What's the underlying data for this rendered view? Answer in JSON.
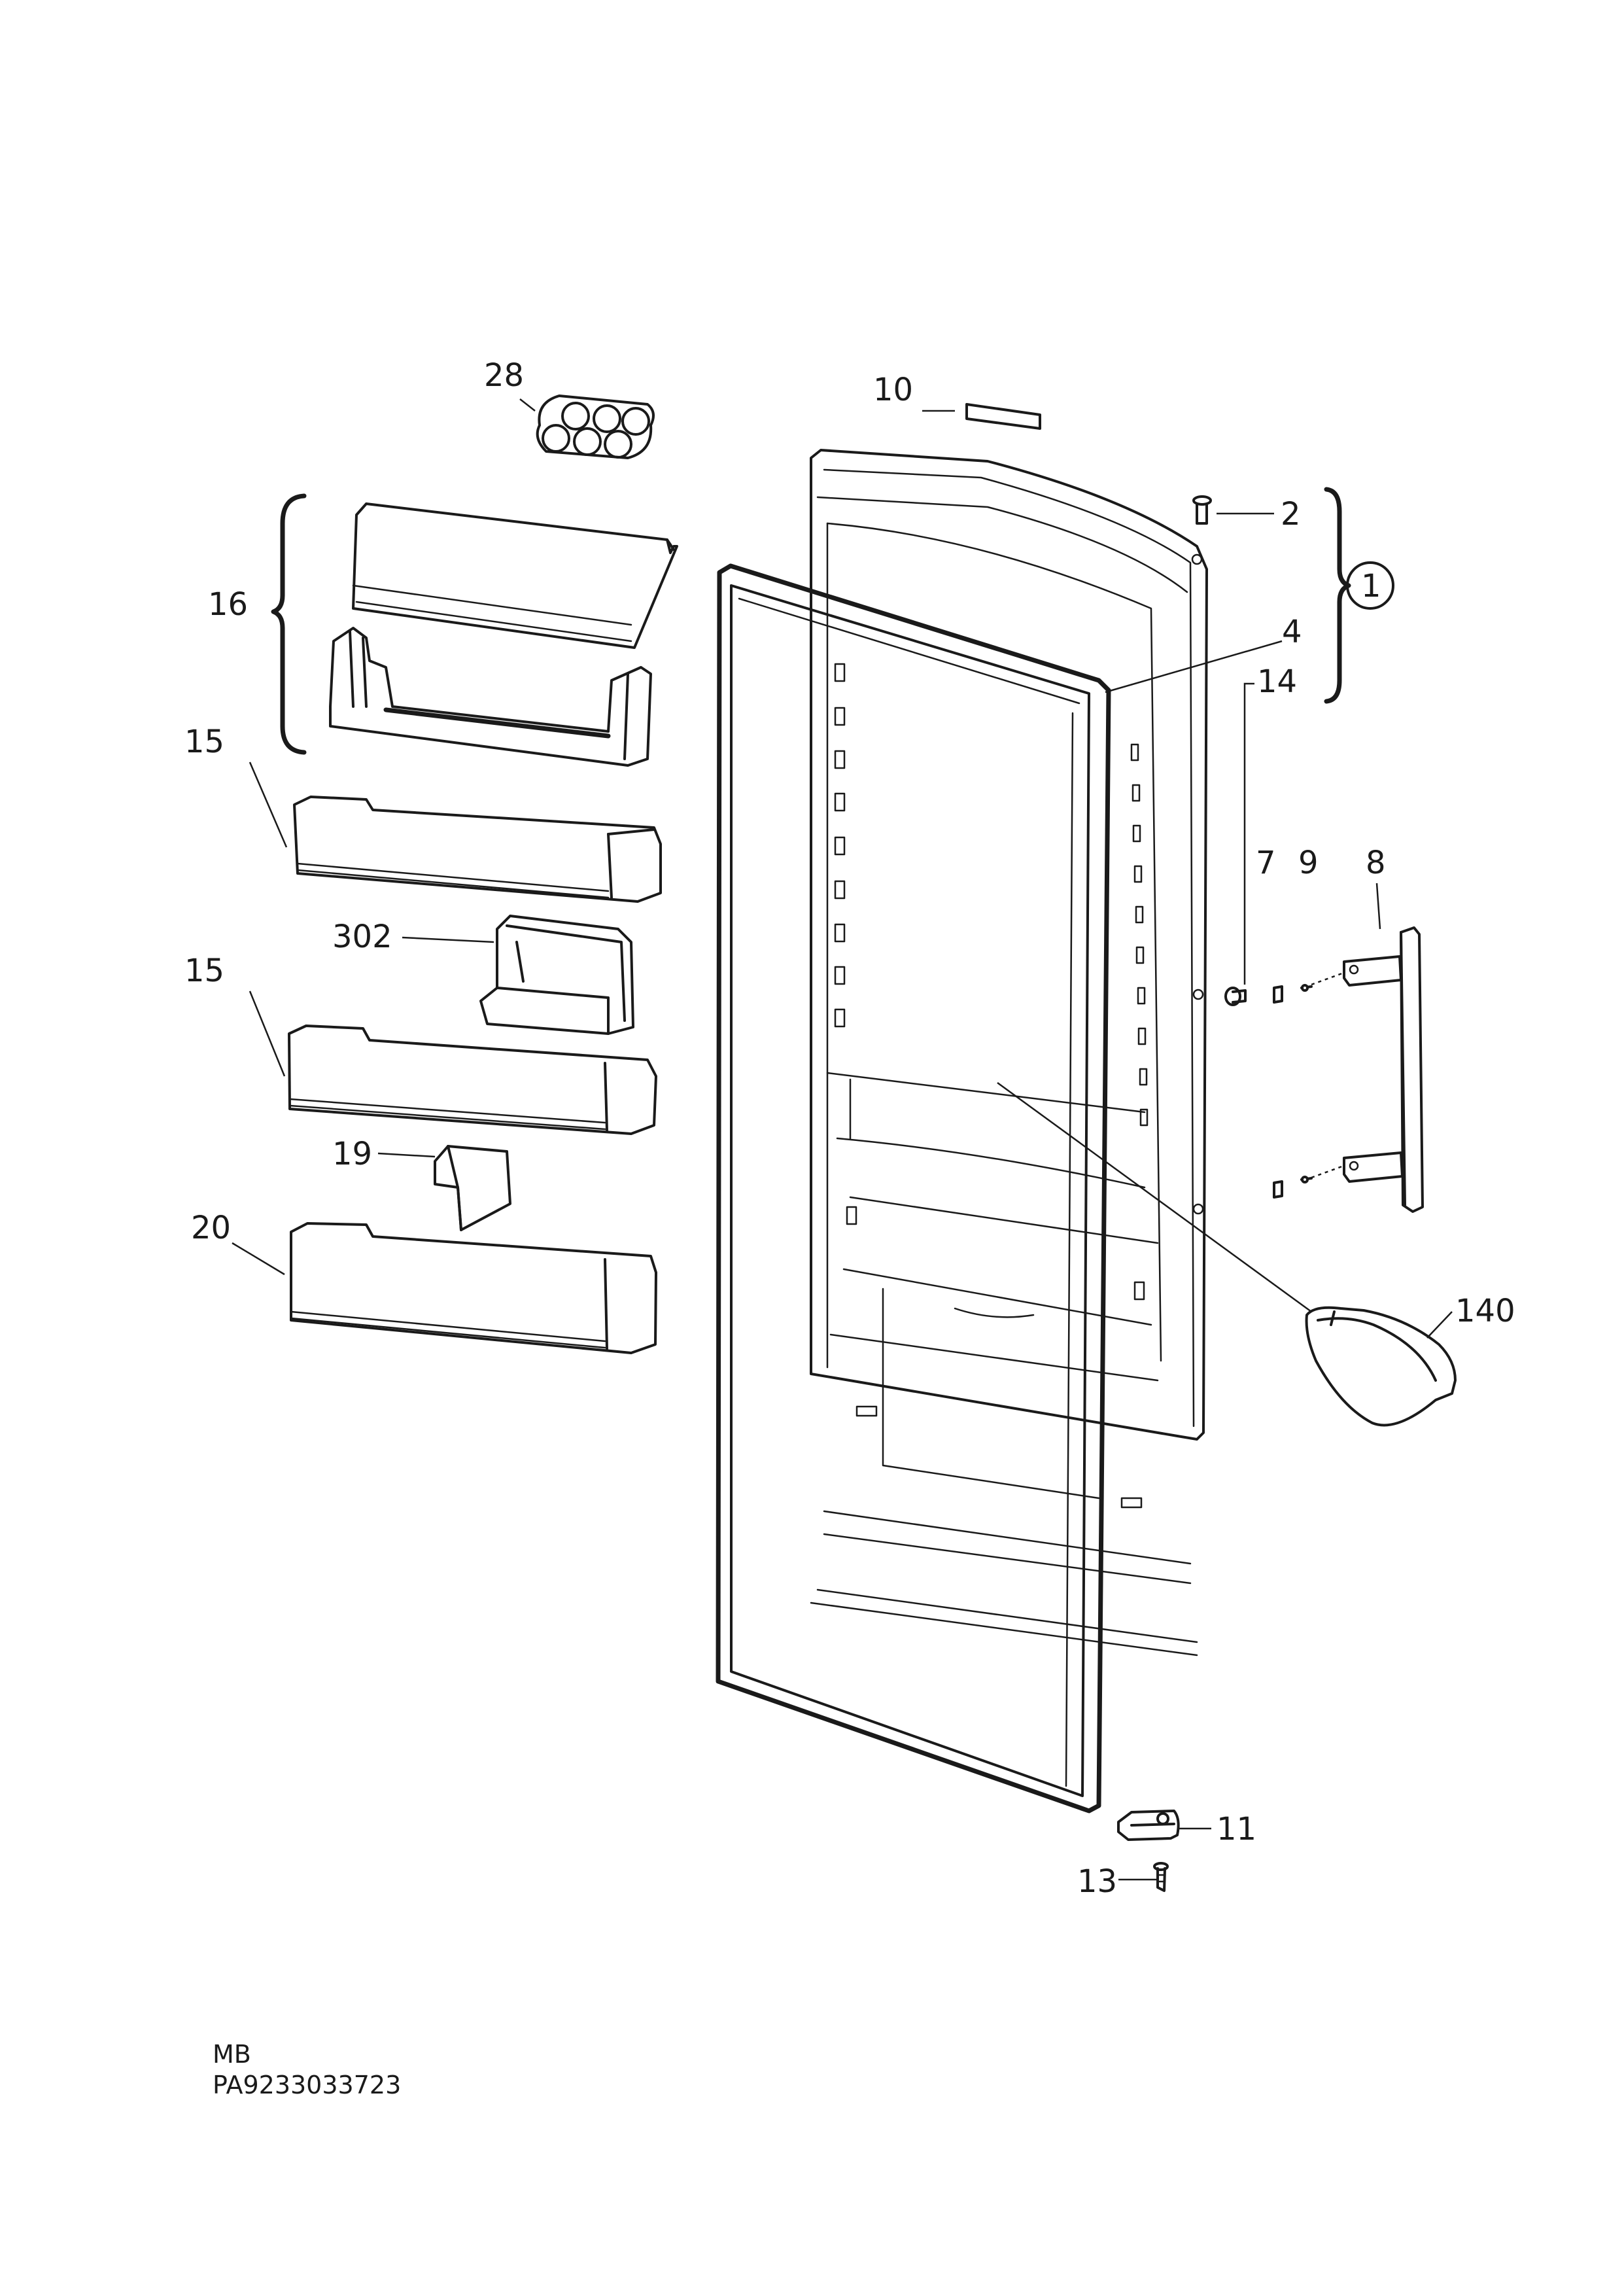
{
  "callouts": {
    "p1": "1",
    "p2": "2",
    "p4": "4",
    "p7": "7",
    "p8": "8",
    "p9": "9",
    "p10": "10",
    "p11": "11",
    "p13": "13",
    "p14": "14",
    "p15a": "15",
    "p15b": "15",
    "p16": "16",
    "p19": "19",
    "p20": "20",
    "p28": "28",
    "p140": "140",
    "p302": "302"
  },
  "footer": {
    "model": "MB",
    "code": "PA9233033723"
  }
}
